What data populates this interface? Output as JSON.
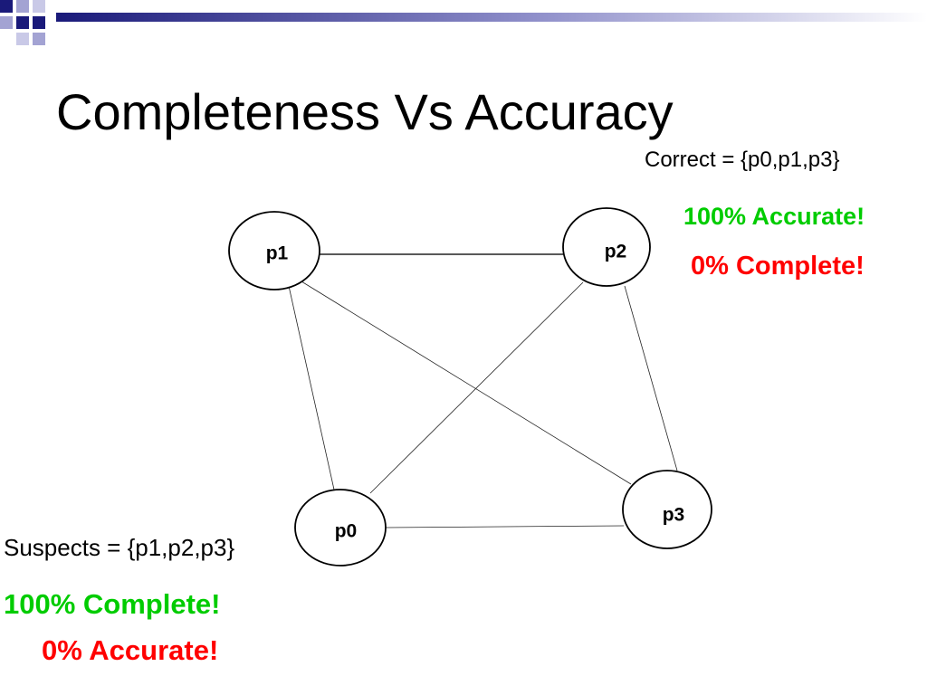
{
  "slide": {
    "title": "Completeness Vs Accuracy"
  },
  "graph": {
    "nodes": [
      {
        "id": "p1",
        "label": "p1"
      },
      {
        "id": "p2",
        "label": "p2"
      },
      {
        "id": "p3",
        "label": "p3"
      },
      {
        "id": "p0",
        "label": "p0"
      }
    ],
    "edges": [
      [
        "p1",
        "p2"
      ],
      [
        "p1",
        "p0"
      ],
      [
        "p1",
        "p3"
      ],
      [
        "p2",
        "p0"
      ],
      [
        "p2",
        "p3"
      ],
      [
        "p0",
        "p3"
      ]
    ]
  },
  "annotations": {
    "correct": "Correct = {p0,p1,p3}",
    "accurate_top": "100% Accurate!",
    "complete_top": "0% Complete!",
    "suspects": "Suspects = {p1,p2,p3}",
    "complete_bottom": "100% Complete!",
    "accurate_bottom": "0% Accurate!"
  },
  "colors": {
    "green": "#00cc00",
    "red": "#ff0000",
    "decor_dark": "#1a1a7a",
    "decor_light": "#a3a3d3"
  }
}
